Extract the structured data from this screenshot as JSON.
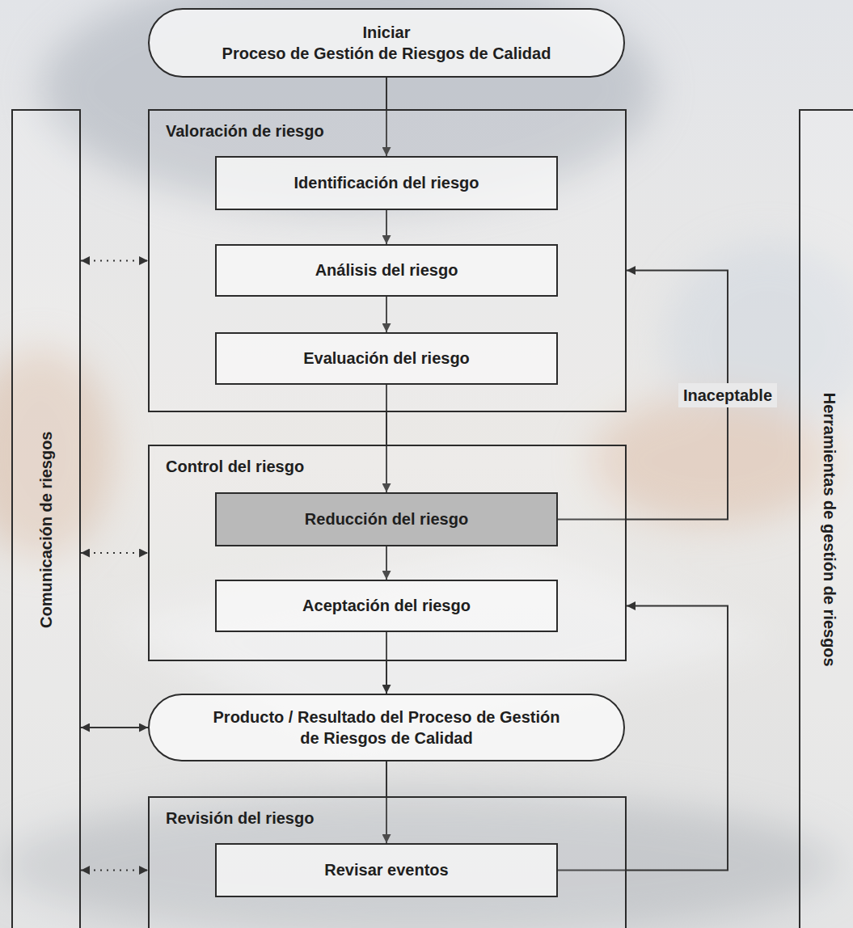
{
  "diagram": {
    "nodes": [
      {
        "text": [
          "Iniciar",
          "Proceso de Gestión de Riesgos de Calidad"
        ]
      },
      {
        "text": [
          "Comunicación de riesgos"
        ]
      },
      {
        "text": [
          "Valoración de riesgo"
        ]
      },
      {
        "text": [
          "Identificación del riesgo"
        ],
        "in": 2
      },
      {
        "text": [
          "Análisis del riesgo"
        ],
        "in": 2
      },
      {
        "text": [
          "Evaluación del riesgo"
        ],
        "in": 2
      },
      {
        "text": [
          "Control del riesgo"
        ]
      },
      {
        "text": [
          "Reducción del riesgo"
        ],
        "in": 6
      },
      {
        "text": [
          "Aceptación del riesgo"
        ],
        "in": 6
      },
      {
        "text": [
          "Producto / Resultado del Proceso de Gestión de Riesgos de Calidad"
        ]
      },
      {
        "text": [
          "Revisión del riesgo"
        ]
      },
      {
        "text": [
          "Revisar eventos"
        ],
        "in": 10
      },
      {
        "text": [
          "Herramientas de gestión de riesgos"
        ]
      }
    ],
    "edges": [
      {
        "from": 0,
        "to": 3,
        "arrow": "to"
      },
      {
        "from": 3,
        "to": 4,
        "arrow": "to"
      },
      {
        "from": 4,
        "to": 5,
        "arrow": "to"
      },
      {
        "from": 5,
        "to": 7,
        "arrow": "to"
      },
      {
        "from": 7,
        "to": 8,
        "arrow": "to"
      },
      {
        "from": 8,
        "to": 9,
        "arrow": "to"
      },
      {
        "from": 9,
        "to": 11,
        "arrow": "to"
      },
      {
        "from": 7,
        "to": 2,
        "label": "Inaceptable",
        "arrow": "to"
      },
      {
        "from": 11,
        "to": 6,
        "arrow": "to"
      },
      {
        "from": 1,
        "to": 2,
        "arrow": "both"
      },
      {
        "from": 1,
        "to": 6,
        "arrow": "both"
      },
      {
        "from": 1,
        "to": 9,
        "arrow": "both"
      },
      {
        "from": 1,
        "to": 10,
        "arrow": "both"
      }
    ]
  }
}
